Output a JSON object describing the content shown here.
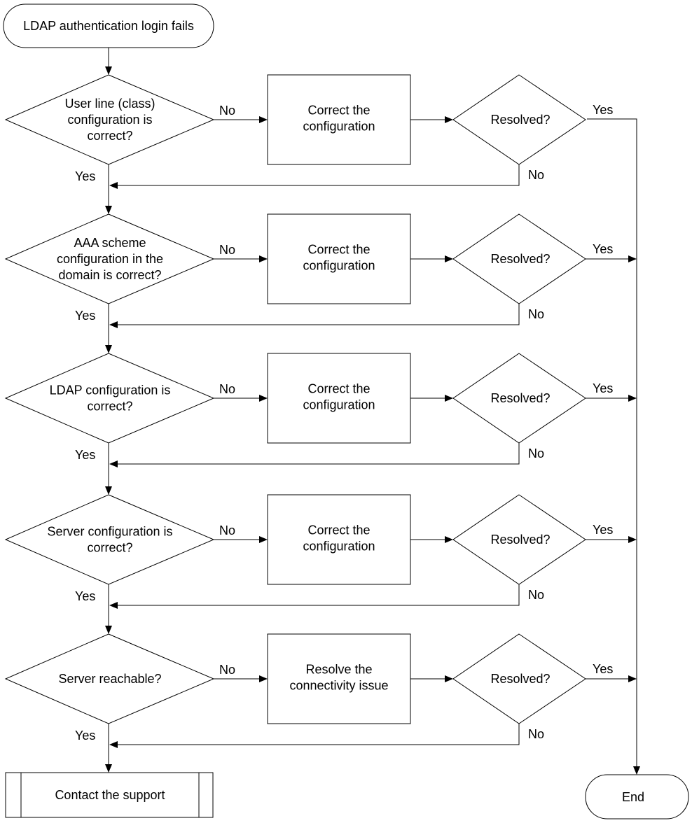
{
  "start": {
    "label": "LDAP authentication login fails"
  },
  "checks": [
    {
      "question": [
        "User line (class)",
        "configuration is",
        "correct?"
      ],
      "no_label": "No",
      "yes_label": "Yes",
      "action": [
        "Correct the",
        "configuration"
      ],
      "resolved": {
        "question": "Resolved?",
        "yes_label": "Yes",
        "no_label": "No"
      }
    },
    {
      "question": [
        "AAA scheme",
        "configuration in the",
        "domain is correct?"
      ],
      "no_label": "No",
      "yes_label": "Yes",
      "action": [
        "Correct the",
        "configuration"
      ],
      "resolved": {
        "question": "Resolved?",
        "yes_label": "Yes",
        "no_label": "No"
      }
    },
    {
      "question": [
        "LDAP configuration is",
        "correct?"
      ],
      "no_label": "No",
      "yes_label": "Yes",
      "action": [
        "Correct the",
        "configuration"
      ],
      "resolved": {
        "question": "Resolved?",
        "yes_label": "Yes",
        "no_label": "No"
      }
    },
    {
      "question": [
        "Server configuration is",
        "correct?"
      ],
      "no_label": "No",
      "yes_label": "Yes",
      "action": [
        "Correct the",
        "configuration"
      ],
      "resolved": {
        "question": "Resolved?",
        "yes_label": "Yes",
        "no_label": "No"
      }
    },
    {
      "question": [
        "Server reachable?"
      ],
      "no_label": "No",
      "yes_label": "Yes",
      "action": [
        "Resolve the",
        "connectivity issue"
      ],
      "resolved": {
        "question": "Resolved?",
        "yes_label": "Yes",
        "no_label": "No"
      }
    }
  ],
  "final_process": {
    "label": "Contact the support"
  },
  "end": {
    "label": "End"
  }
}
